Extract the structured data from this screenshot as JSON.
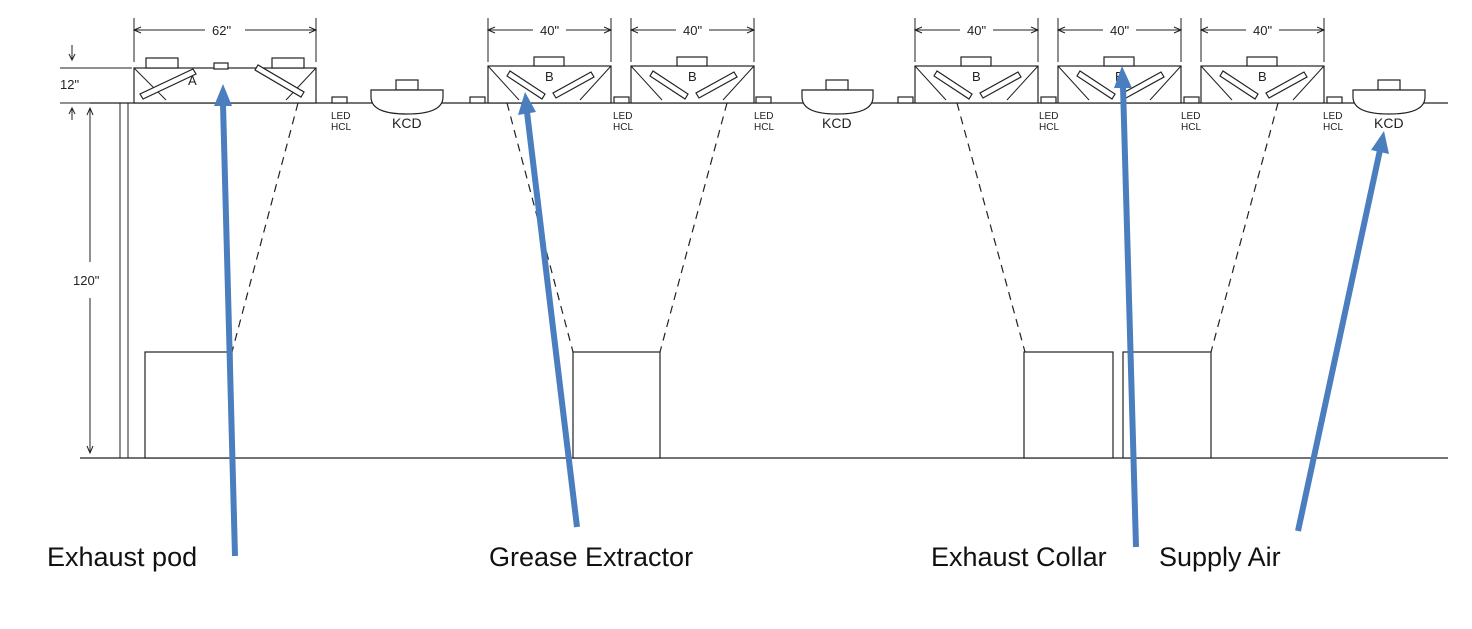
{
  "dimensions": {
    "width_62": "62\"",
    "width_40": "40\"",
    "height_12": "12\"",
    "height_120": "120\""
  },
  "hood_labels": {
    "hood_a": "A",
    "hood_b": "B"
  },
  "fixtures": {
    "led": "LED",
    "hcl": "HCL",
    "kcd": "KCD"
  },
  "callouts": {
    "exhaust_pod": "Exhaust pod",
    "grease_extractor": "Grease Extractor",
    "exhaust_collar": "Exhaust Collar",
    "supply_air": "Supply Air"
  },
  "colors": {
    "arrow": "#4a7ebf",
    "linework": "#222222"
  }
}
